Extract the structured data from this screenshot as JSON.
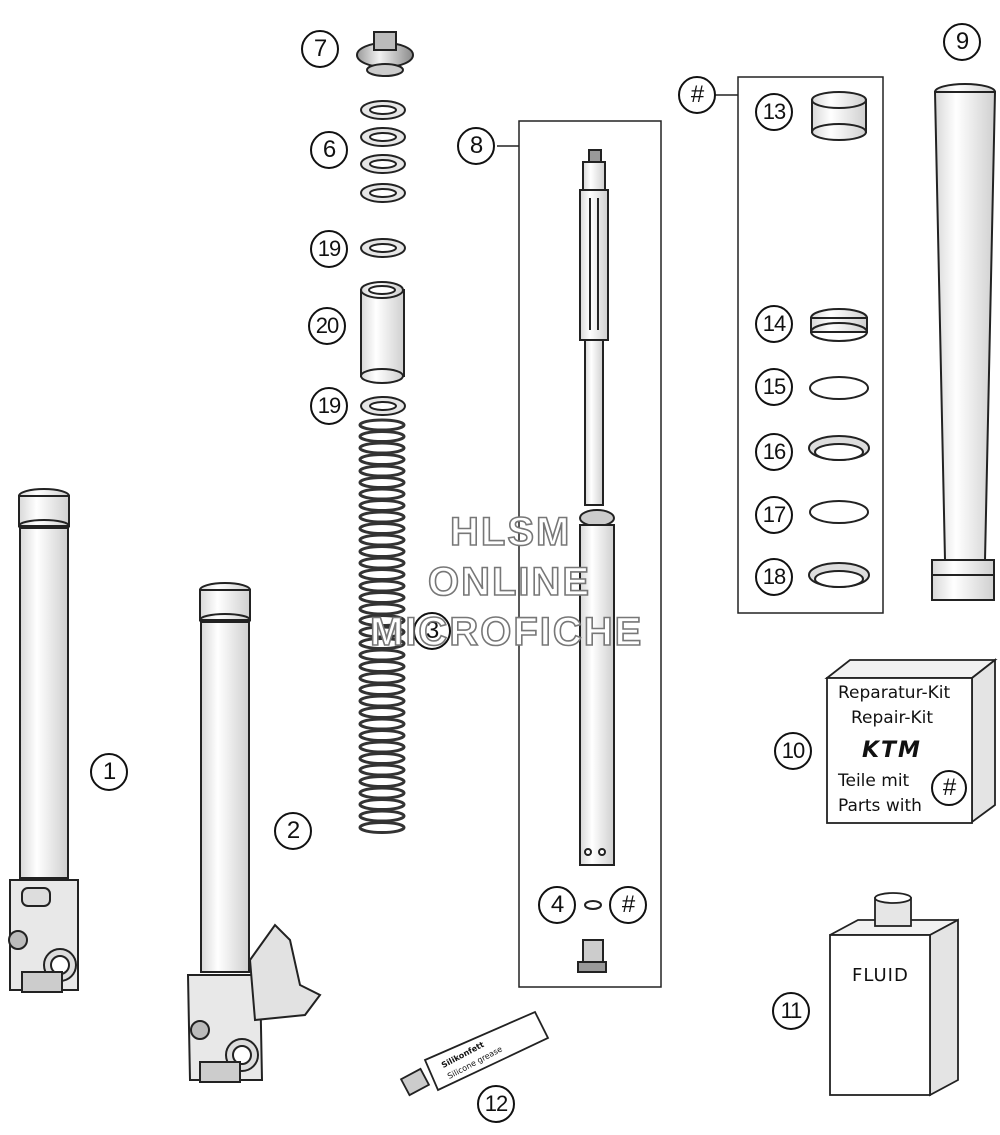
{
  "diagram": {
    "callouts": {
      "c1": "1",
      "c2": "2",
      "c3": "3",
      "c4": "4",
      "c6": "6",
      "c7": "7",
      "c8": "8",
      "c9": "9",
      "c10": "10",
      "c11": "11",
      "c12": "12",
      "c13": "13",
      "c14": "14",
      "c15": "15",
      "c16": "16",
      "c17": "17",
      "c18": "18",
      "c19a": "19",
      "c19b": "19",
      "c20": "20",
      "hash_kit": "#",
      "hash_4": "#",
      "hash_box": "#"
    },
    "repair_kit": {
      "line1": "Reparatur-Kit",
      "line2": "Repair-Kit",
      "line3": "Teile mit",
      "line4": "Parts with",
      "logo": "KTM"
    },
    "fluid_label": "FLUID",
    "grease_tube": {
      "line1": "Silikonfett",
      "line2": "Silicone grease"
    },
    "watermark": {
      "line1": "HLSM",
      "line2": "ONLINE",
      "line3": "MICROFICHE"
    }
  }
}
